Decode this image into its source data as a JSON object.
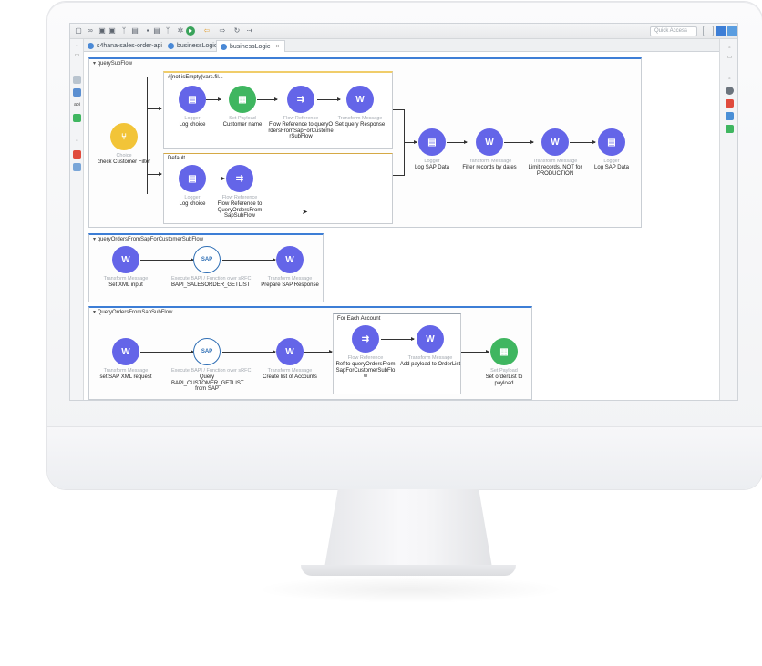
{
  "toolbar": {
    "quick_access": "Quick Access"
  },
  "tabs": [
    {
      "label": "s4hana-sales-order-api",
      "active": false
    },
    {
      "label": "businessLogic",
      "active": false
    },
    {
      "label": "businessLogic",
      "active": true
    }
  ],
  "flows": {
    "query_sub_flow": {
      "title": "querySubFlow",
      "choice": {
        "kind": "Choice",
        "label": "check Customer Filter"
      },
      "when_scope": {
        "title": "#[not isEmpty(vars.fil...",
        "log_choice": {
          "kind": "Logger",
          "label": "Log choice"
        },
        "set_payload": {
          "kind": "Set Payload",
          "label": "Customer name"
        },
        "flow_ref": {
          "kind": "Flow Reference",
          "label": "Flow Reference to queryOrdersFromSapForCustomerSubFlow"
        },
        "transform": {
          "kind": "Transform Message",
          "label": "Set query Response"
        }
      },
      "default_scope": {
        "title": "Default",
        "log_choice": {
          "kind": "Logger",
          "label": "Log choice"
        },
        "flow_ref": {
          "kind": "Flow Reference",
          "label": "Flow Reference to QueryOrdersFrom SapSubFlow"
        }
      },
      "log_sap": {
        "kind": "Logger",
        "label": "Log SAP Data"
      },
      "filter": {
        "kind": "Transform Message",
        "label": "Filter records by dates"
      },
      "limit": {
        "kind": "Transform Message",
        "label": "Limit records, NOT for PRODUCTION"
      },
      "log_sap_2": {
        "kind": "Logger",
        "label": "Log SAP Data"
      }
    },
    "customer_sub_flow": {
      "title": "queryOrdersFromSapForCustomerSubFlow",
      "xml": {
        "kind": "Transform Message",
        "label": "Set XML input"
      },
      "bapi": {
        "kind": "Execute BAPI / Function over sRFC",
        "label": "BAPI_SALESORDER_GETLIST"
      },
      "prepare": {
        "kind": "Transform Message",
        "label": "Prepare SAP Response"
      }
    },
    "sap_sub_flow": {
      "title": "QueryOrdersFromSapSubFlow",
      "xml": {
        "kind": "Transform Message",
        "label": "set SAP XML request"
      },
      "bapi": {
        "kind": "Execute BAPI / Function over sRFC",
        "label": "Query BAPI_CUSTOMER_GETLIST from SAP"
      },
      "accounts": {
        "kind": "Transform Message",
        "label": "Create list of Accounts"
      },
      "foreach": {
        "title": "For Each Account",
        "ref": {
          "kind": "Flow Reference",
          "label": "Ref to queryOrdersFromSapForCustomerSubFlow"
        },
        "add": {
          "kind": "Transform Message",
          "label": "Add payload to OrderList"
        }
      },
      "set_payload": {
        "kind": "Set Payload",
        "label": "Set orderList to payload"
      }
    }
  },
  "icons": {
    "sap": "SAP"
  },
  "colors": {
    "transform": "#6465e8",
    "set_payload": "#3fb660",
    "choice": "#f2c438",
    "flow_header": "#3d7ed6"
  }
}
